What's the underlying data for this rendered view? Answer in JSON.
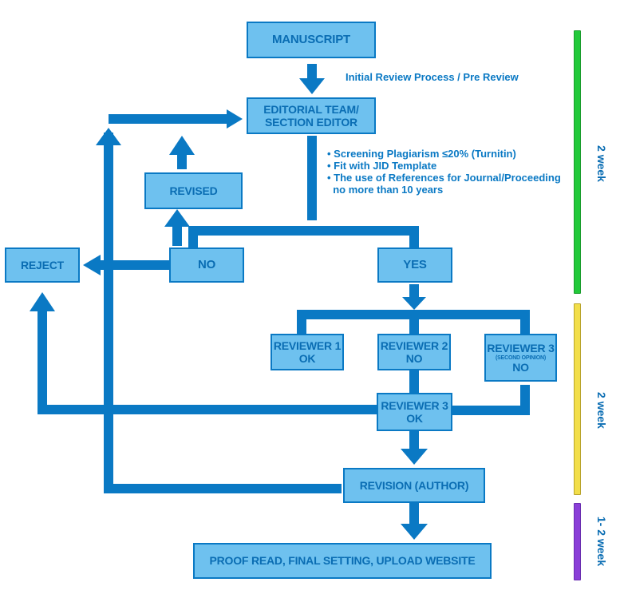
{
  "nodes": {
    "manuscript": "MANUSCRIPT",
    "editorial_line1": "EDITORIAL TEAM/",
    "editorial_line2": "SECTION EDITOR",
    "revised": "REVISED",
    "reject": "REJECT",
    "no": "NO",
    "yes": "YES",
    "reviewer1_line1": "REVIEWER 1",
    "reviewer1_line2": "OK",
    "reviewer2_line1": "REVIEWER 2",
    "reviewer2_line2": "NO",
    "reviewer3a_line1": "REVIEWER 3",
    "reviewer3a_sub": "(SECOND OPINION)",
    "reviewer3a_line2": "NO",
    "reviewer3b_line1": "REVIEWER 3",
    "reviewer3b_line2": "OK",
    "revision": "REVISION (AUTHOR)",
    "proofread": "PROOF READ, FINAL SETTING, UPLOAD WEBSITE"
  },
  "notes": {
    "initial_review": "Initial Review Process / Pre Review",
    "screening": [
      "• Screening Plagiarism ≤20% (Turnitin)",
      "• Fit with JID Template",
      "• The use of  References for  Journal/Proceeding",
      "  no more than 10 years"
    ]
  },
  "timeline": [
    {
      "label": "2 week",
      "color": "#22c93a"
    },
    {
      "label": "2 week",
      "color": "#f2de4a"
    },
    {
      "label": "1- 2 week",
      "color": "#8a3fd8"
    }
  ],
  "colors": {
    "box_fill": "#6ec1ef",
    "box_border": "#0a79c4",
    "connector": "#0a79c4",
    "text": "#0a6db3"
  }
}
